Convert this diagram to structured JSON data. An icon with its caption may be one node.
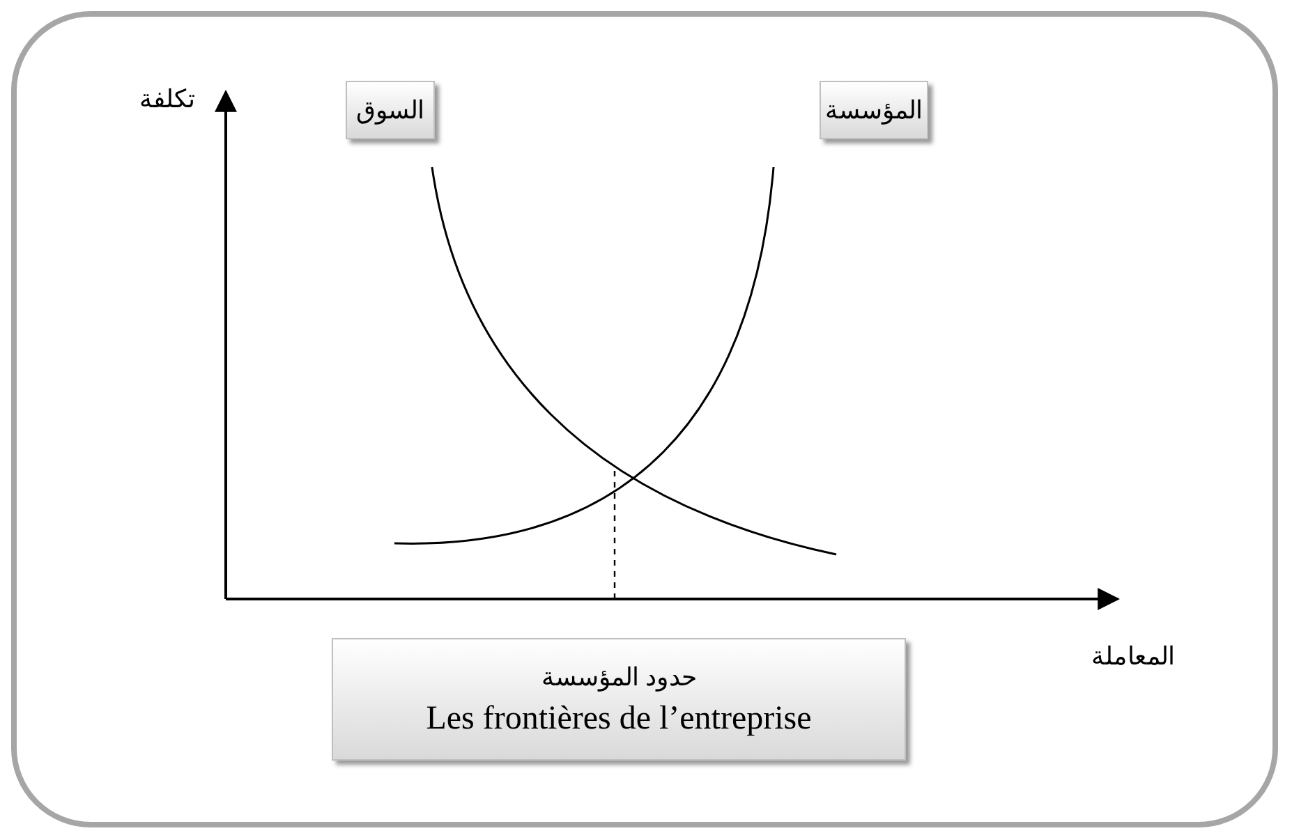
{
  "diagram": {
    "nodes": [
      {
        "text": [
          "السوق"
        ]
      },
      {
        "text": [
          "المؤسسة"
        ]
      },
      {
        "text": [
          "حدود المؤسسة",
          "Les frontières de l’entreprise"
        ]
      }
    ],
    "labels": [
      "تكلفة",
      "المعاملة"
    ]
  }
}
